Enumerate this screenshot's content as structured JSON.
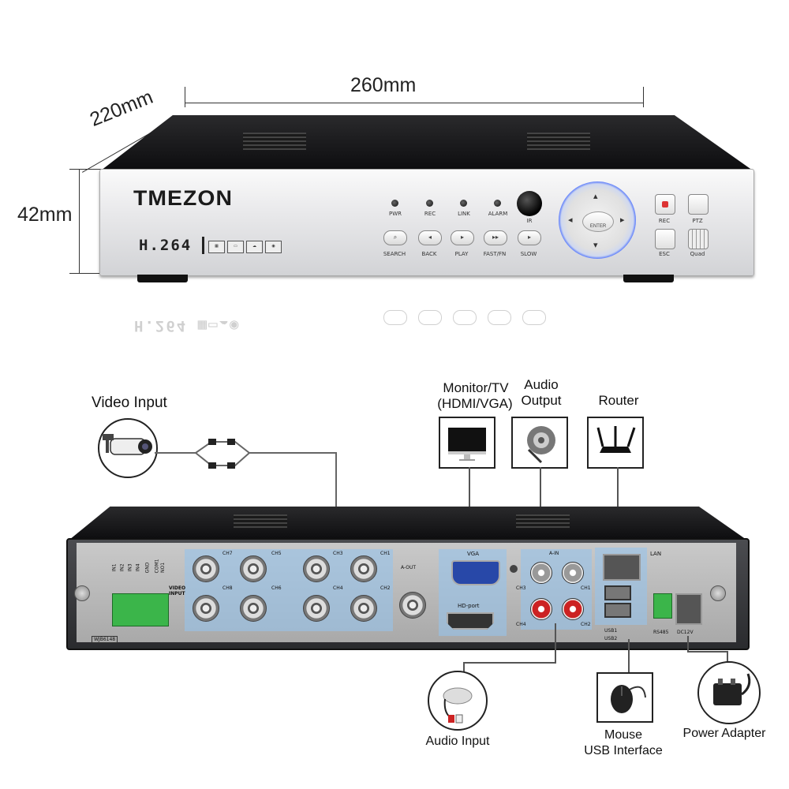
{
  "dimensions": {
    "width": "260mm",
    "depth": "220mm",
    "height": "42mm"
  },
  "front": {
    "logo": "TMEZON",
    "codec": "H.264",
    "status_leds": [
      "PWR",
      "REC",
      "LINK",
      "ALARM"
    ],
    "ir_label": "IR",
    "buttons": [
      "SEARCH",
      "BACK",
      "PLAY",
      "FAST/FN",
      "SLOW"
    ],
    "dial_center": "ENTER",
    "right_buttons": [
      "REC",
      "PTZ",
      "ESC",
      "Quad"
    ]
  },
  "rear": {
    "terminal_labels": [
      "IN1",
      "IN2",
      "IN3",
      "IN4",
      "GND",
      "COM1",
      "NO1"
    ],
    "video_input_label": "VIDEO INPUT",
    "bnc_top": [
      "CH7",
      "CH5",
      "CH3",
      "CH1"
    ],
    "bnc_bottom": [
      "CH8",
      "CH6",
      "CH4",
      "CH2"
    ],
    "model": "WJB6148",
    "aout": "A-OUT",
    "vga": "VGA",
    "hdmi": "HD-port",
    "ain": "A-IN",
    "ain_channels": [
      "CH3",
      "CH1",
      "CH4",
      "CH2"
    ],
    "lan": "LAN",
    "usb1": "USB1",
    "usb2": "USB2",
    "rs485": "RS485",
    "dc": "DC12V"
  },
  "callouts": {
    "video_input": "Video Input",
    "monitor_line1": "Monitor/TV",
    "monitor_line2": "(HDMI/VGA)",
    "audio_output_line1": "Audio",
    "audio_output_line2": "Output",
    "router": "Router",
    "audio_input": "Audio Input",
    "mouse_line1": "Mouse",
    "mouse_line2": "USB Interface",
    "power_adapter": "Power Adapter"
  },
  "colors": {
    "dial_ring": "#3d64ff",
    "highlight": "#96c3eb",
    "terminal": "#3bb54a"
  },
  "icons": [
    "camera-icon",
    "monitor-icon",
    "speaker-icon",
    "router-icon",
    "microphone-icon",
    "mouse-icon",
    "power-adapter-icon"
  ]
}
